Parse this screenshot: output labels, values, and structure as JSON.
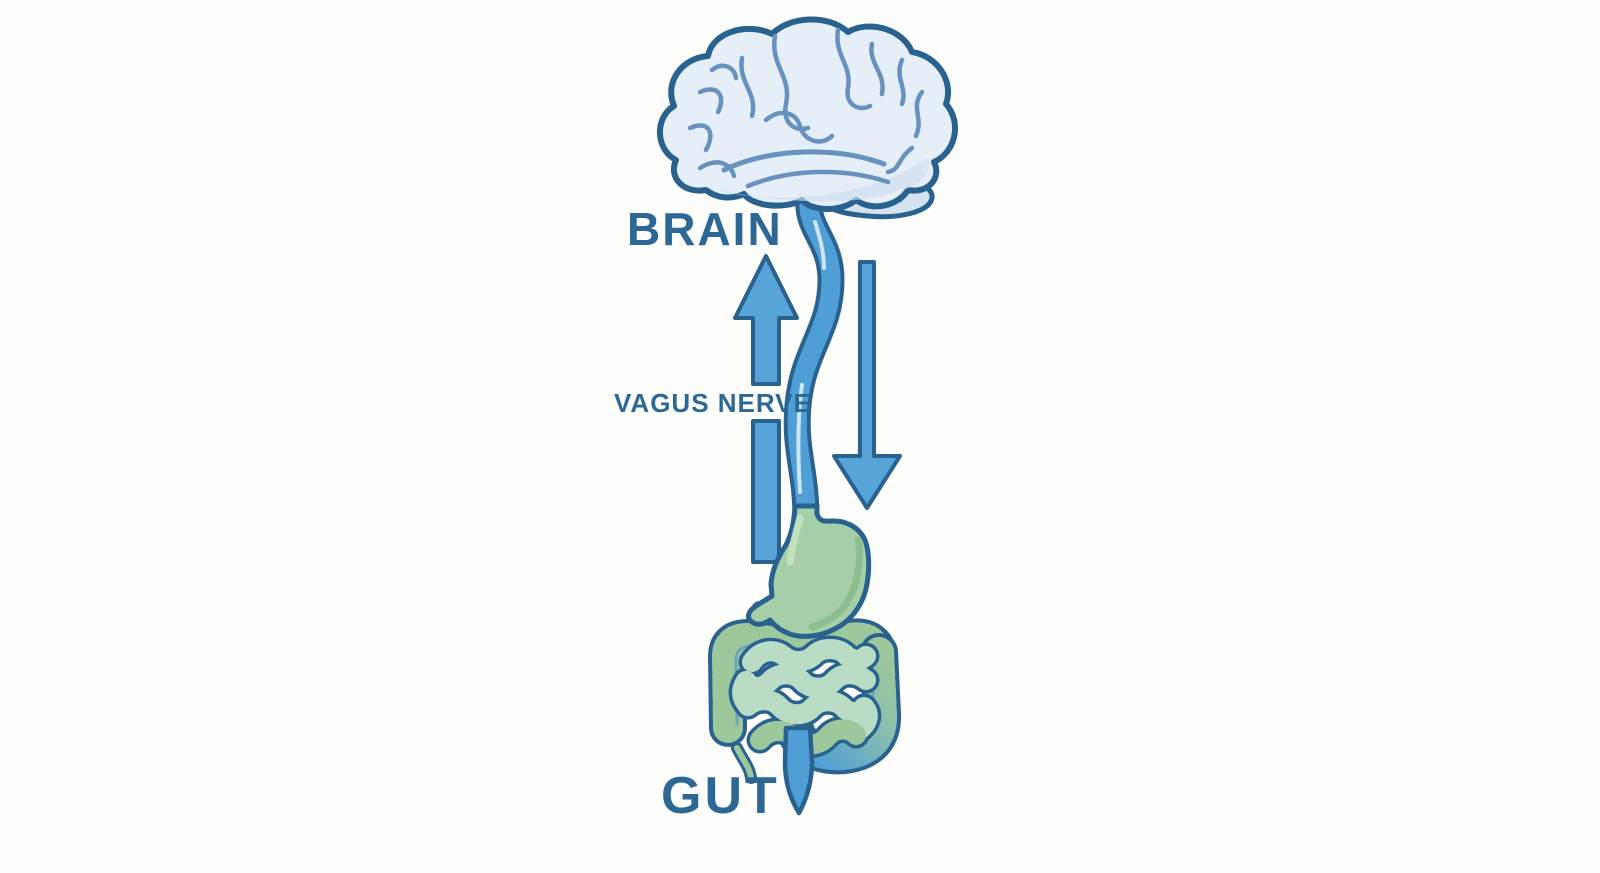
{
  "page": {
    "background": "#fdfdfc",
    "description_labels_visible": [
      "BRAIN",
      "VAGUS NERVE",
      "GUT"
    ]
  },
  "diagram": {
    "brain_label": "BRAIN",
    "vagus_nerve_label": "VAGUS NERVE",
    "gut_label": "GUT",
    "icons": [
      {
        "name": "signal-up-arrow-icon"
      },
      {
        "name": "signal-down-arrow-icon"
      }
    ]
  },
  "colors": {
    "label_text": "#2c6796",
    "outline_blue": "#2a628f",
    "arrow_fill": "#57a4d9",
    "nerve_fill": "#4f9fd6",
    "nerve_highlight": "#d9edf9",
    "brain_fill": "#e6eef8",
    "brain_shade": "#ccddef",
    "brain_fold": "#6792bf",
    "cerebellum_fill": "#d4e2f2",
    "stomach_green": "#a5cfa6",
    "stomach_shade": "#8abd8e",
    "stomach_light": "#c6e2c2",
    "colon_green": "#9cc89c",
    "intestine_mint": "#b9dcc5",
    "mesentery_teal": "#64a0bf",
    "rectum_blue": "#4f9fd6",
    "page_bg": "#fdfdfc"
  }
}
